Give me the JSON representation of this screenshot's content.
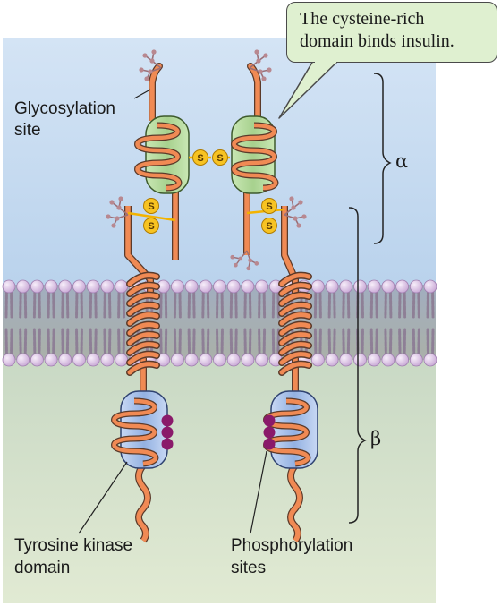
{
  "callout": {
    "line1": "The cysteine-rich",
    "line2": "domain binds insulin."
  },
  "labels": {
    "glycosylation_line1": "Glycosylation",
    "glycosylation_line2": "site",
    "tyrosine_line1": "Tyrosine kinase",
    "tyrosine_line2": "domain",
    "phosphorylation_line1": "Phosphorylation",
    "phosphorylation_line2": "sites",
    "alpha": "α",
    "beta": "β",
    "disulfide": "S"
  },
  "colors": {
    "extracellular": "#b8d3ee",
    "intracellular": "#dfe9d1",
    "lipid_head": "#dcc5e6",
    "lipid_tail": "#9a8ba0",
    "protein": "#f08a54",
    "cysteine_domain": "#b6dba0",
    "kinase_domain": "#aac2ea",
    "phosphate": "#8a1a6a",
    "disulfide": "#f3b300",
    "sugar": "#a0737a"
  },
  "icons": [
    "glycosylation-tree-icon",
    "disulfide-bond-icon",
    "phosphate-group-icon"
  ]
}
